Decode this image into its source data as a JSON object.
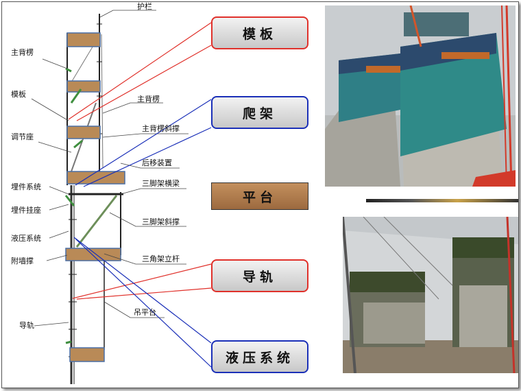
{
  "labels": {
    "guardrail": "护栏",
    "main_back_ridge_left": "主背楞",
    "formwork": "模板",
    "adjust_seat": "调节座",
    "main_back_ridge_right": "主背楞",
    "main_back_ridge_brace": "主背楞斜撑",
    "back_move_device": "后移装置",
    "embedded_system": "埋件系统",
    "embedded_support": "埋件挂座",
    "hydraulic_system_left": "液压系统",
    "wall_support": "附墙撑",
    "tripod_beam": "三脚架横梁",
    "tripod_brace": "三脚架斜撑",
    "tripod_post": "三角架立杆",
    "guide_rail_left": "导轨",
    "hanging_platform": "吊平台"
  },
  "callouts": {
    "formwork": "模板",
    "climbing_frame": "爬架",
    "platform": "平台",
    "guide_rail": "导轨",
    "hydraulic_system": "液压系统"
  },
  "colors": {
    "red": "#e0302a",
    "blue": "#1a2fb8",
    "wood": "#b98a57",
    "steel_green": "#5aa05a"
  }
}
